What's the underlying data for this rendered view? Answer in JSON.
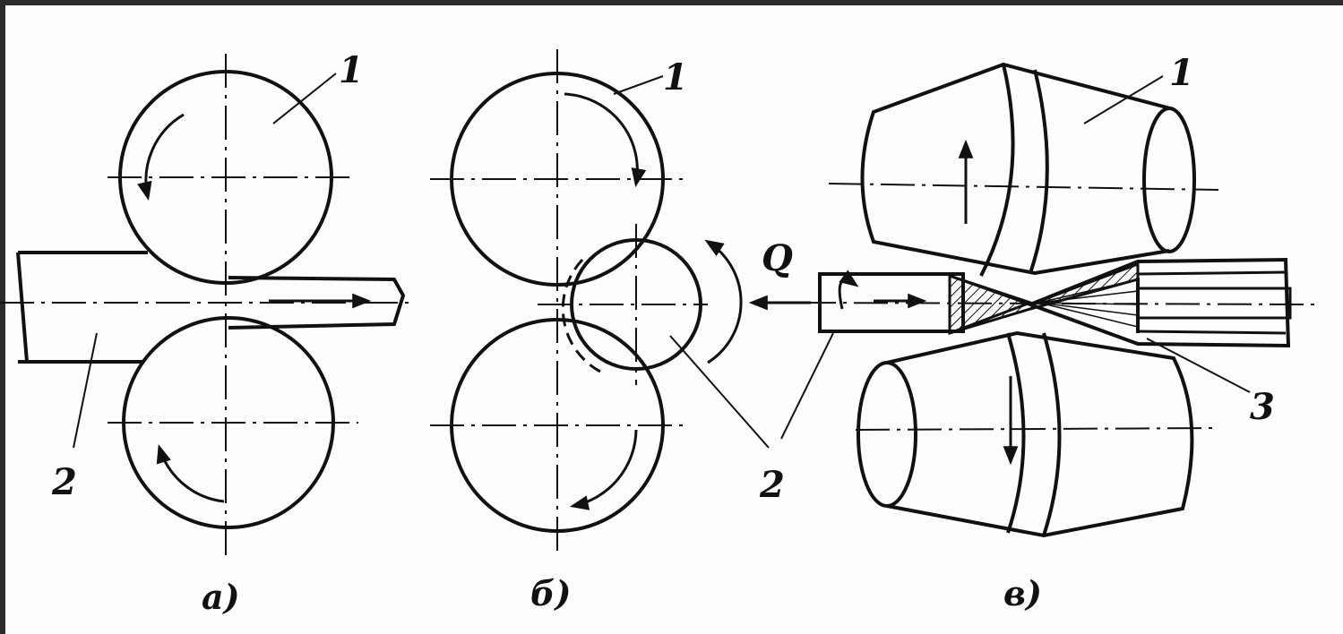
{
  "diagram": {
    "panels": [
      {
        "id": "a",
        "caption": "a)"
      },
      {
        "id": "b",
        "caption": "б)"
      },
      {
        "id": "v",
        "caption": "в)"
      }
    ],
    "labels": {
      "roll": "1",
      "workpiece": "2",
      "mandrel": "3",
      "force": "Q"
    },
    "colors": {
      "paper": "#fdfdfb",
      "ink": "#111111",
      "frame": "#2b2b2b"
    }
  }
}
